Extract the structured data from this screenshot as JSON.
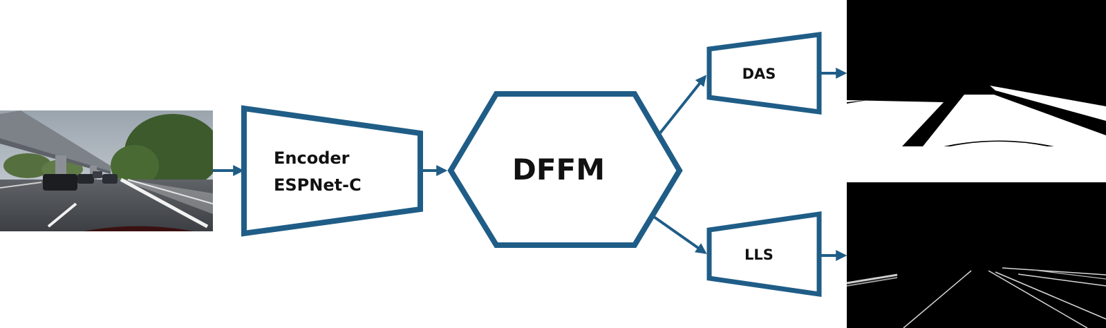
{
  "colors": {
    "accent": "#1f5d87",
    "mask_bg": "#000000",
    "mask_fg": "#ffffff"
  },
  "encoder": {
    "line1": "Encoder",
    "line2": "ESPNet-C"
  },
  "fusion": {
    "label": "DFFM"
  },
  "heads": {
    "das": "DAS",
    "lls": "LLS"
  }
}
